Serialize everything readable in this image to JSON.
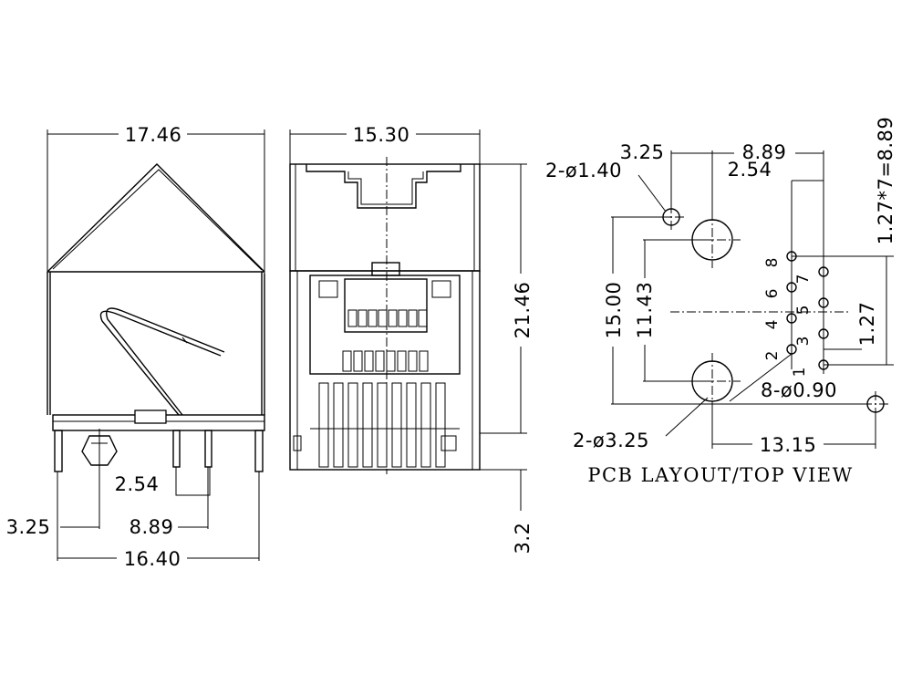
{
  "side_view": {
    "overall_width": "17.46",
    "pin_pitch": "2.54",
    "offset": "3.25",
    "span": "8.89",
    "total_width": "16.40"
  },
  "front_view": {
    "width": "15.30",
    "height": "21.46",
    "lead_length": "3.2"
  },
  "pcb_layout": {
    "title": "PCB LAYOUT/TOP VIEW",
    "offset_top": "3.25",
    "span_top": "8.89",
    "pitch_top": "2.54",
    "pitch_formula": "1.27*7=8.89",
    "small_hole_note": "2-ø1.40",
    "height_outer": "15.00",
    "height_inner": "11.43",
    "row_pitch": "1.27",
    "pin_hole_note": "8-ø0.90",
    "large_hole_note": "2-ø3.25",
    "width_bottom": "13.15",
    "pin_numbers": [
      "1",
      "2",
      "3",
      "4",
      "5",
      "6",
      "7",
      "8"
    ]
  }
}
